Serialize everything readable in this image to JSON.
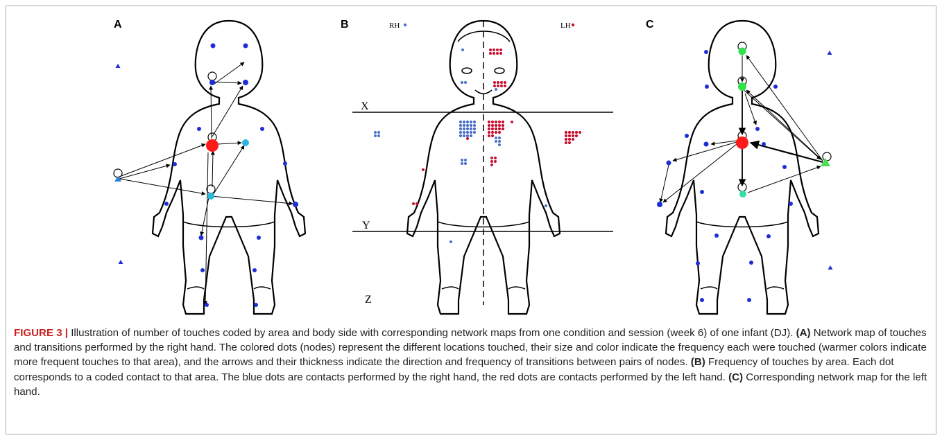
{
  "panels": {
    "a_label": "A",
    "b_label": "B",
    "c_label": "C"
  },
  "panel_b": {
    "rh_label": "RH",
    "lh_label": "LH",
    "line_x_label": "X",
    "line_y_label": "Y",
    "zone_z_label": "Z"
  },
  "colors": {
    "node_blue": "#1e2ed6",
    "node_cyan": "#2ab8e0",
    "node_red": "#ff1a1a",
    "node_green": "#2fe14a",
    "node_teal": "#33e0a0",
    "rh_dot": "#4a70c8",
    "lh_dot": "#c8102e",
    "figure_label": "#cc1f1f"
  },
  "caption": {
    "figure_label": "FIGURE 3 |",
    "intro": " Illustration of number of touches coded by area and body side with corresponding network maps from one condition and session (week 6) of one infant (DJ). ",
    "a_label": "(A)",
    "a_text": " Network map of touches and transitions performed by the right hand. The colored dots (nodes) represent the different locations touched, their size and color indicate the frequency each were touched (warmer colors indicate more frequent touches to that area), and the arrows and their thickness indicate the direction and frequency of transitions between pairs of nodes. ",
    "b_label": "(B)",
    "b_text": " Frequency of touches by area. Each dot corresponds to a coded contact to that area. The blue dots are contacts performed by the right hand, the red dots are contacts performed by the left hand. ",
    "c_label": "(C)",
    "c_text": " Corresponding network map for the left hand."
  }
}
